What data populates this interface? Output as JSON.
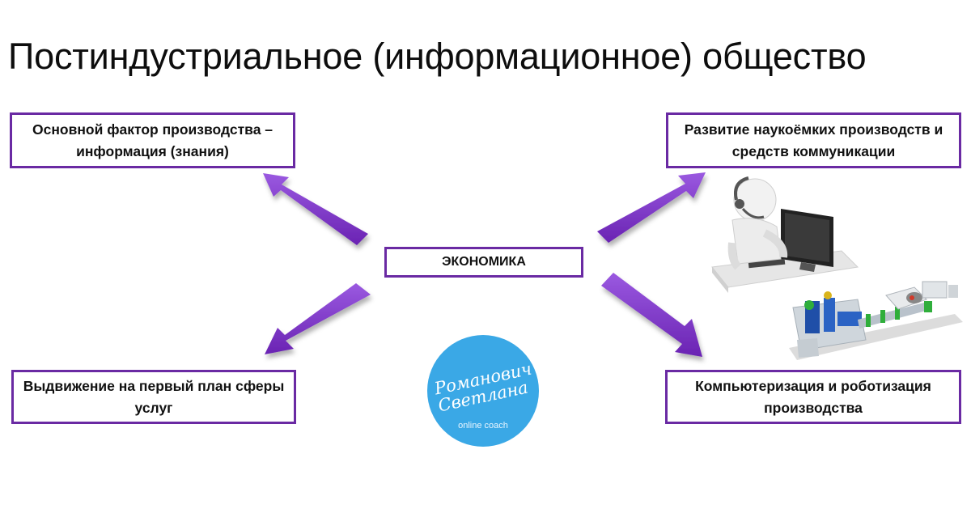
{
  "title": "Постиндустриальное (информационное) общество",
  "center": "ЭКОНОМИКА",
  "nodes": {
    "top_left": "Основной фактор производства – информация (знания)",
    "top_right": "Развитие наукоёмких производств и средств коммуникации",
    "bottom_left": "Выдвижение на первый план сферы услуг",
    "bottom_right": "Компьютеризация и роботизация производства"
  },
  "logo": {
    "line1": "Романович",
    "line2": "Светлана",
    "sub": "online coach"
  },
  "colors": {
    "accent": "#6a2aa3",
    "arrow": "#7b35c4",
    "logo_bg": "#3aa8e6"
  }
}
